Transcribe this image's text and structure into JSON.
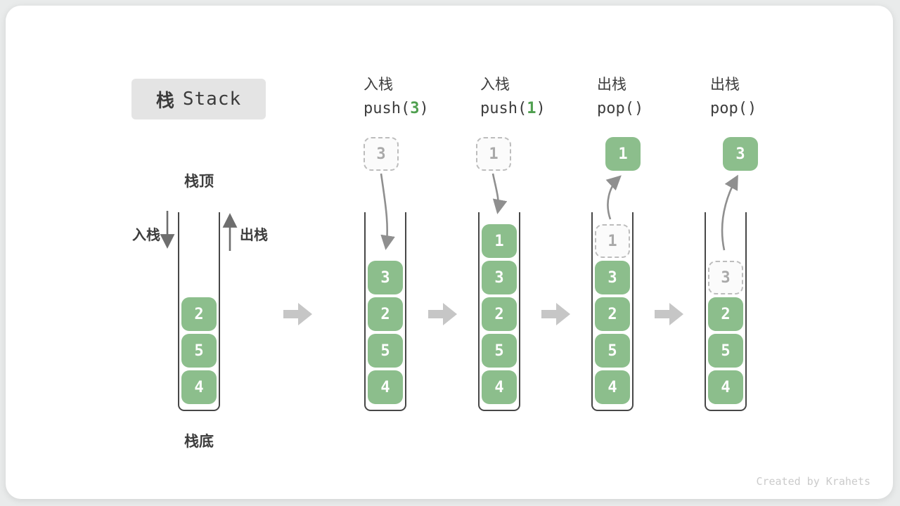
{
  "title": {
    "zh": "栈",
    "en": "Stack"
  },
  "side_labels": {
    "stack_top": "栈顶",
    "stack_bottom": "栈底",
    "push": "入栈",
    "pop": "出栈"
  },
  "footer": {
    "credit": "Created by Krahets"
  },
  "colors": {
    "cell_green": "#8cbe8c",
    "code_arg_green": "#4f9f4f",
    "container_border": "#474747",
    "ghost_border": "#bdbdbd",
    "ghost_text": "#a9a9a9",
    "curved_arrow": "#8f8f8f",
    "side_arrow": "#6e6e6e",
    "block_arrow": "#c6c6c6",
    "title_bg": "#e4e4e4",
    "text": "#3d3d3d",
    "footer_text": "#cbcbcb"
  },
  "steps": [
    {
      "name": "initial",
      "cells": [
        {
          "v": "2"
        },
        {
          "v": "5"
        },
        {
          "v": "4"
        }
      ]
    },
    {
      "name": "push-3",
      "op": "入栈",
      "code_pre": "push(",
      "code_arg": "3",
      "code_suf": ")",
      "float": {
        "v": "3",
        "type": "ghost"
      },
      "cells": [
        {
          "v": "3"
        },
        {
          "v": "2"
        },
        {
          "v": "5"
        },
        {
          "v": "4"
        }
      ]
    },
    {
      "name": "push-1",
      "op": "入栈",
      "code_pre": "push(",
      "code_arg": "1",
      "code_suf": ")",
      "float": {
        "v": "1",
        "type": "ghost"
      },
      "cells": [
        {
          "v": "1"
        },
        {
          "v": "3"
        },
        {
          "v": "2"
        },
        {
          "v": "5"
        },
        {
          "v": "4"
        }
      ]
    },
    {
      "name": "pop-1",
      "op": "出栈",
      "code_pre": "pop(",
      "code_arg": "",
      "code_suf": ")",
      "float": {
        "v": "1",
        "type": "solid"
      },
      "cells": [
        {
          "v": "1",
          "type": "ghost"
        },
        {
          "v": "3"
        },
        {
          "v": "2"
        },
        {
          "v": "5"
        },
        {
          "v": "4"
        }
      ]
    },
    {
      "name": "pop-3",
      "op": "出栈",
      "code_pre": "pop(",
      "code_arg": "",
      "code_suf": ")",
      "float": {
        "v": "3",
        "type": "solid"
      },
      "cells": [
        {
          "v": "3",
          "type": "ghost"
        },
        {
          "v": "2"
        },
        {
          "v": "5"
        },
        {
          "v": "4"
        }
      ]
    }
  ]
}
